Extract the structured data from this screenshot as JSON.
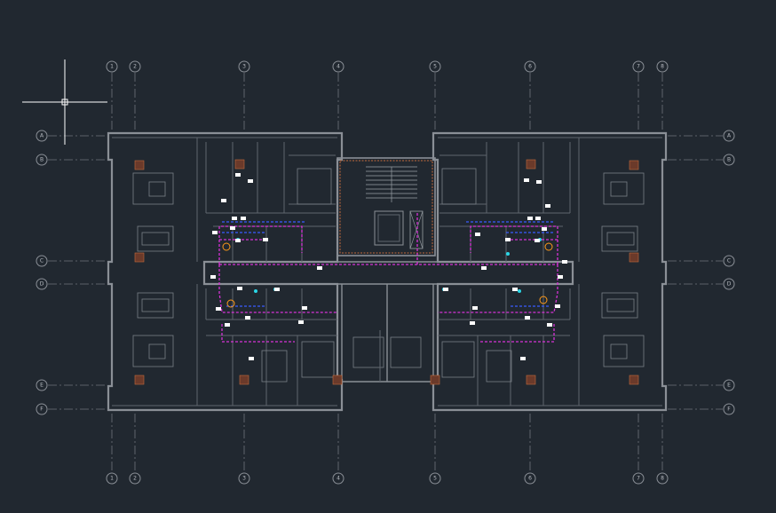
{
  "colors": {
    "background": "#212830",
    "wall": "#8a8f96",
    "grid": "#6e747b",
    "pipe_magenta": "#d633d6",
    "pipe_blue": "#3a5cff",
    "hatch": "#c26a3c",
    "tag": "#ffffff",
    "fixture_orange": "#ff9a1a",
    "fixture_cyan": "#2ad6e6"
  },
  "icons": {
    "crosshair": "crosshair-cursor-icon"
  },
  "grid": {
    "columns": [
      "1",
      "2",
      "3",
      "4",
      "5",
      "6",
      "7",
      "8"
    ],
    "rows": [
      "A",
      "B",
      "C",
      "D",
      "E",
      "F"
    ]
  }
}
